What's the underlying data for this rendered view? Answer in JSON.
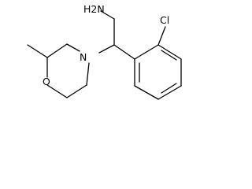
{
  "molecule": {
    "atoms": {
      "amine": "H2N",
      "chlorine": "Cl",
      "ring_nitrogen": "N",
      "ring_oxygen": "O"
    }
  }
}
